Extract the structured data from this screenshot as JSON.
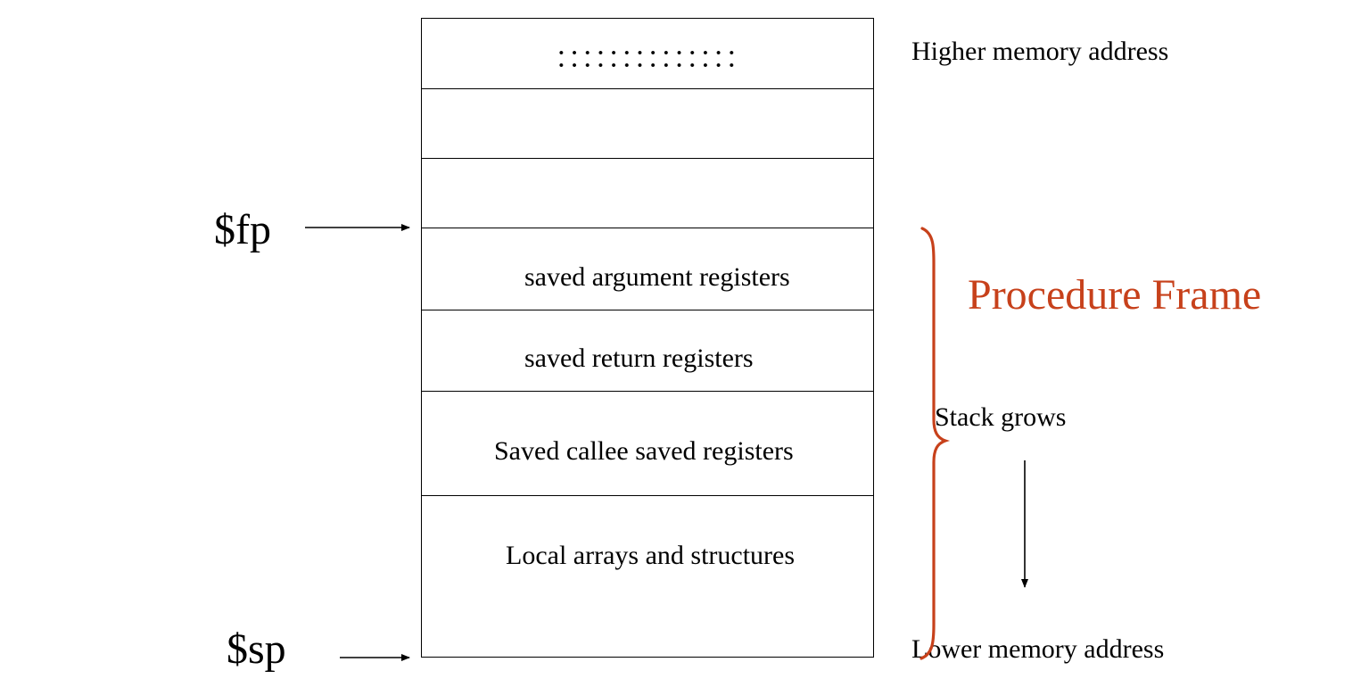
{
  "diagram": {
    "stack_cells": [
      {
        "label": ""
      },
      {
        "label": ""
      },
      {
        "label": ""
      },
      {
        "label": "saved argument registers"
      },
      {
        "label": "saved return registers"
      },
      {
        "label": "Saved callee saved registers"
      },
      {
        "label": "Local arrays and structures"
      }
    ],
    "higher_label": "Higher memory address",
    "lower_label": "Lower memory address",
    "fp_label": "$fp",
    "sp_label": "$sp",
    "frame_label": "Procedure Frame",
    "grows_label": "Stack grows",
    "colors": {
      "frame_accent": "#c7411b",
      "line": "#000000"
    }
  }
}
